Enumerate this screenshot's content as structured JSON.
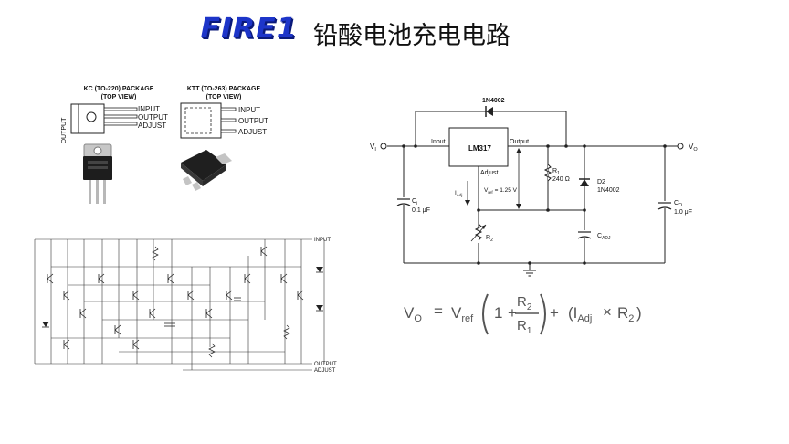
{
  "header": {
    "logo": "FIRE1",
    "title": "铅酸电池充电电路"
  },
  "packages": {
    "kc": {
      "title_line1": "KC (TO-220) PACKAGE",
      "title_line2": "(TOP VIEW)",
      "side_label": "OUTPUT",
      "pins": [
        "INPUT",
        "OUTPUT",
        "ADJUST"
      ]
    },
    "ktt": {
      "title_line1": "KTT (TO-263) PACKAGE",
      "title_line2": "(TOP VIEW)",
      "pins": [
        "INPUT",
        "OUTPUT",
        "ADJUST"
      ]
    }
  },
  "internal": {
    "labels": [
      "INPUT",
      "OUTPUT",
      "ADJUST"
    ]
  },
  "circuit": {
    "diode_top": "1N4002",
    "ic_name": "LM317",
    "ic_input": "Input",
    "ic_output": "Output",
    "ic_adjust": "Adjust",
    "vi": "V",
    "vi_sub": "I",
    "vo": "V",
    "vo_sub": "O",
    "r1_name": "R",
    "r1_sub": "1",
    "r1_value": "240 Ω",
    "d2_name": "D2",
    "d2_value": "1N4002",
    "vref_label": "V",
    "vref_sub": "ref",
    "vref_value": "= 1.25 V",
    "iadj": "I",
    "iadj_sub": "Adj",
    "r2_name": "R",
    "r2_sub": "2",
    "ci_name": "C",
    "ci_sub": "i",
    "ci_value": "0.1 μF",
    "co_name": "C",
    "co_sub": "O",
    "co_value": "1.0 μF",
    "cadj_name": "C",
    "cadj_sub": "ADJ"
  },
  "formula": {
    "vo": "V",
    "vo_sub": "O",
    "eq": "=",
    "vref": "V",
    "vref_sub": "ref",
    "one": "1",
    "plus": "+",
    "r2": "R",
    "r2_sub": "2",
    "r1": "R",
    "r1_sub": "1",
    "plus2": "+",
    "iadj": "(I",
    "iadj_sub": "Adj",
    "times": "×",
    "r2b": "R",
    "r2b_sub": "2",
    "close": ")"
  }
}
